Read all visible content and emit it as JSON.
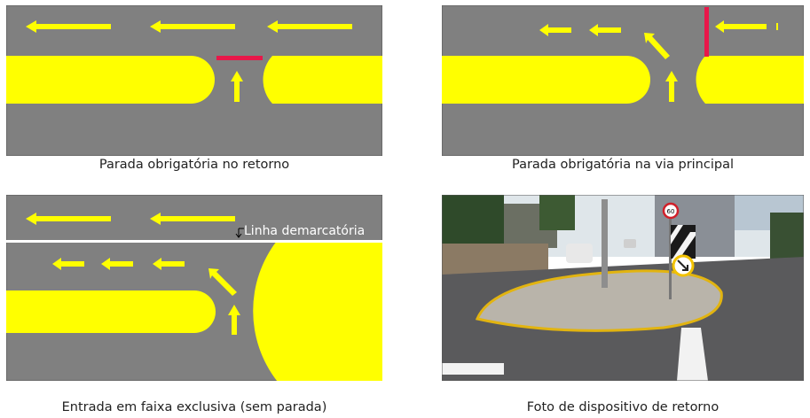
{
  "panels": [
    {
      "caption": "Parada obrigatória no retorno"
    },
    {
      "caption": "Parada obrigatória na via principal"
    },
    {
      "caption": "Entrada em faixa exclusiva (sem parada)",
      "annotation": "Linha demarcatória"
    },
    {
      "caption": "Foto de dispositivo de retorno",
      "sign_text": "60"
    }
  ],
  "colors": {
    "road": "#808080",
    "median": "#ffff00",
    "arrow": "#ffff00",
    "stop_line": "#e8174a",
    "divider_line": "#ffffff",
    "sky": "#dfe6ea",
    "asphalt": "#5a5a5c"
  }
}
